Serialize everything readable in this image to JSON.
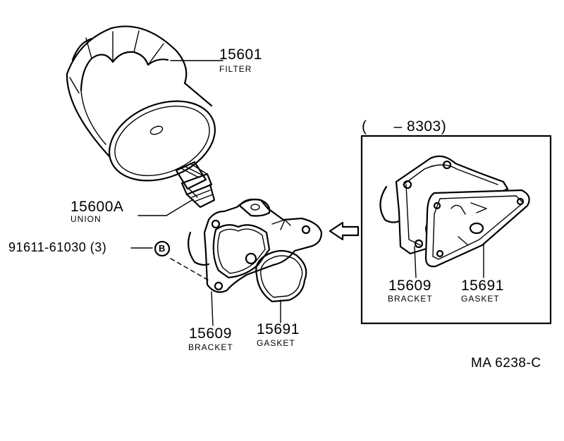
{
  "parts": {
    "filter": {
      "number": "15601",
      "name": "FILTER"
    },
    "union": {
      "number": "15600A",
      "name": "UNION"
    },
    "bolt": {
      "number": "91611-61030 (3)",
      "badge": "B"
    },
    "bracket_main": {
      "number": "15609",
      "name": "BRACKET"
    },
    "gasket_main": {
      "number": "15691",
      "name": "GASKET"
    },
    "bracket_inset": {
      "number": "15609",
      "name": "BRACKET"
    },
    "gasket_inset": {
      "number": "15691",
      "name": "GASKET"
    }
  },
  "inset": {
    "range": "(      – 8303)"
  },
  "diagram_code": "MA 6238-C",
  "colors": {
    "line": "#000000",
    "background": "#ffffff"
  }
}
